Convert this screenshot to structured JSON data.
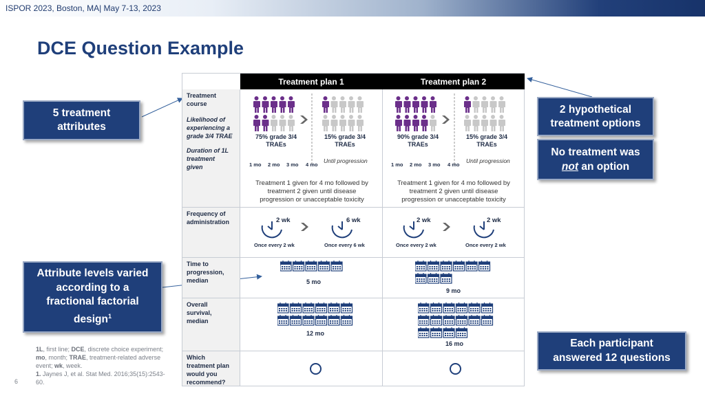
{
  "header": {
    "conference": "ISPOR 2023, Boston, MA| May 7-13, 2023"
  },
  "title": "DCE Question Example",
  "callouts": {
    "attributes": [
      "5 treatment",
      "attributes"
    ],
    "options": [
      "2 hypothetical",
      "treatment options"
    ],
    "no_treatment": {
      "line1": "No treatment was",
      "not": "not",
      "rest": " an option"
    },
    "levels": [
      "Attribute levels varied",
      "according to a",
      "fractional factorial",
      "design"
    ],
    "levels_sup": "1",
    "questions": [
      "Each participant",
      "answered 12 questions"
    ]
  },
  "table": {
    "plan1": "Treatment plan 1",
    "plan2": "Treatment plan 2",
    "labels": {
      "course": [
        "Treatment",
        "course"
      ],
      "likelihood": [
        "Likelihood of",
        "experiencing a",
        "grade 3/4 TRAE"
      ],
      "duration": [
        "Duration of 1L",
        "treatment",
        "given"
      ],
      "frequency": [
        "Frequency of",
        "administration"
      ],
      "ttp": [
        "Time to",
        "progression,",
        "median"
      ],
      "os": [
        "Overall",
        "survival,",
        "median"
      ],
      "which": [
        "Which",
        "treatment plan",
        "would you",
        "recommend?"
      ]
    },
    "p1_course": {
      "a": [
        "75% grade 3/4",
        "TRAEs"
      ],
      "b": [
        "15% grade 3/4",
        "TRAEs"
      ]
    },
    "p2_course": {
      "a": [
        "90% grade 3/4",
        "TRAEs"
      ],
      "b": [
        "15% grade 3/4",
        "TRAEs"
      ]
    },
    "months": [
      "1 mo",
      "2 mo",
      "3 mo",
      "4 mo"
    ],
    "until_progression": "Until progression",
    "course_note": [
      "Treatment 1 given for 4 mo followed by",
      "treatment 2 given until disease",
      "progression or unacceptable toxicity"
    ],
    "p1_freq": {
      "a_wk": "2 wk",
      "a_lbl": "Once every 2 wk",
      "b_wk": "6 wk",
      "b_lbl": "Once every 6 wk"
    },
    "p2_freq": {
      "a_wk": "2 wk",
      "a_lbl": "Once every 2 wk",
      "b_wk": "2 wk",
      "b_lbl": "Once every 2 wk"
    },
    "p1_ttp": "5 mo",
    "p2_ttp": "9 mo",
    "p1_os": "12 mo",
    "p2_os": "16 mo",
    "p1_ttp_months": 5,
    "p2_ttp_months": 9,
    "p1_os_months": 12,
    "p2_os_months": 16
  },
  "footnote": {
    "l1_abbr": "1L",
    "l1_def": ", first line; ",
    "dce_abbr": "DCE",
    "dce_def": ", discrete choice experiment; ",
    "mo_abbr": "mo",
    "mo_def": ", month; ",
    "trae_abbr": "TRAE",
    "trae_def": ", treatment-related adverse event; ",
    "wk_abbr": "wk",
    "wk_def": ", week.",
    "ref_num": "1.",
    "ref_text": " Jaynes J, et al. Stat Med. 2016;35(15):2543-60."
  },
  "page_number": "6",
  "colors": {
    "purple": "#6b2f8a",
    "grey": "#c8c8c8",
    "navy": "#1f3f7a",
    "accent": "#34609c"
  }
}
